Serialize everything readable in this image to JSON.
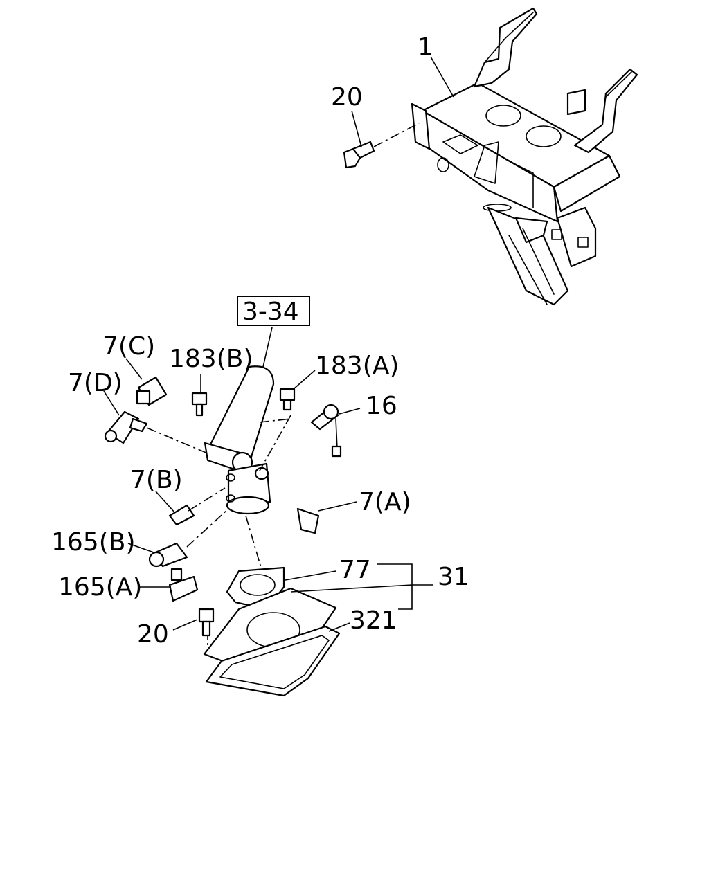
{
  "callouts": {
    "c1": "1",
    "c20_top": "20",
    "c3_34": "3-34",
    "c7c": "7(C)",
    "c7d": "7(D)",
    "c183b": "183(B)",
    "c183a": "183(A)",
    "c16": "16",
    "c7b": "7(B)",
    "c7a": "7(A)",
    "c165b": "165(B)",
    "c165a": "165(A)",
    "c77": "77",
    "c31": "31",
    "c20_bot": "20",
    "c321": "321"
  }
}
